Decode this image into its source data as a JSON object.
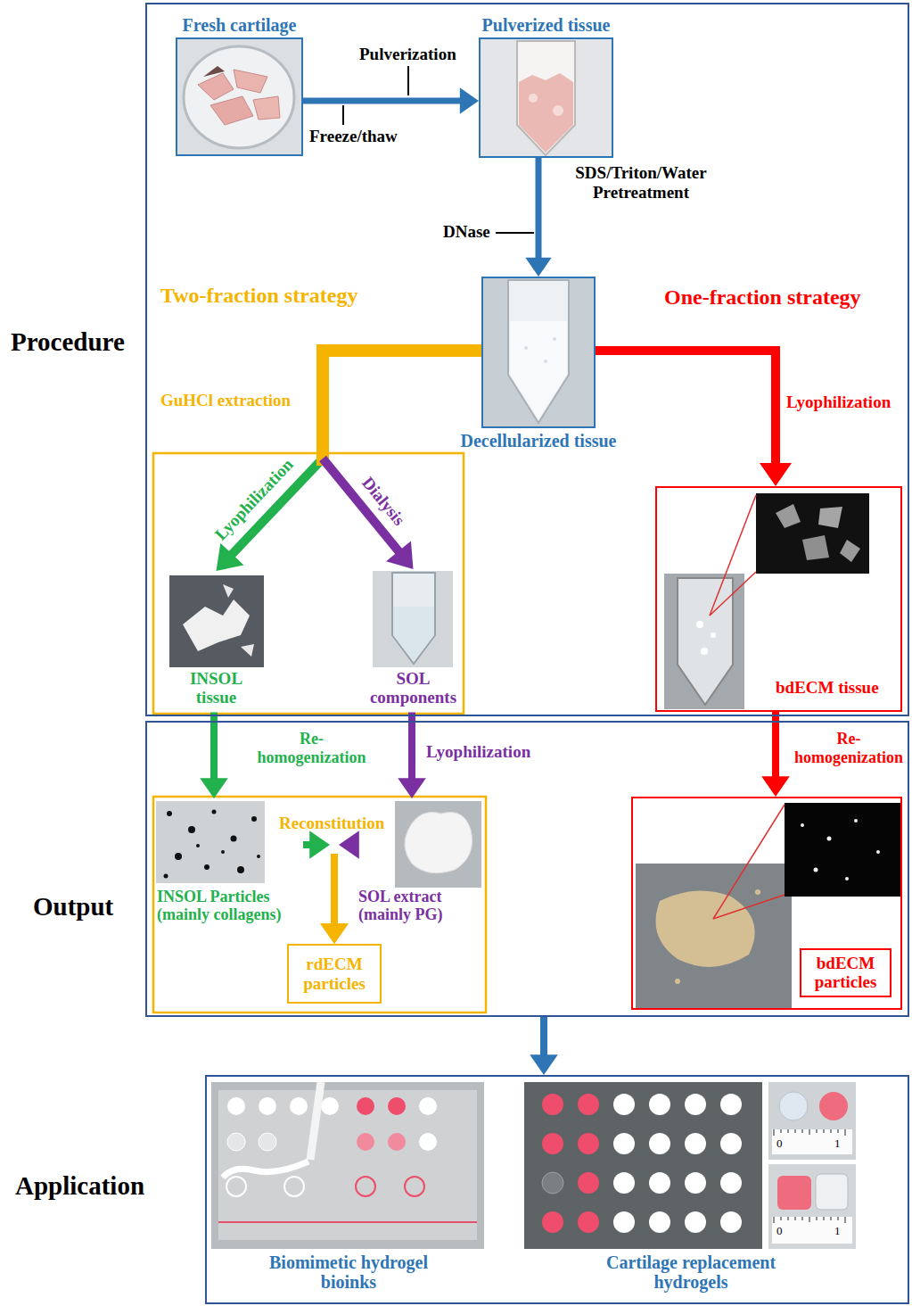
{
  "diagram": {
    "nodes": [
      {
        "text": [
          "Procedure"
        ]
      },
      {
        "text": [
          "Fresh cartilage"
        ],
        "in": 0
      },
      {
        "text": [
          "Pulverized tissue"
        ],
        "in": 0
      },
      {
        "text": [
          "Decellularized tissue"
        ],
        "in": 0
      },
      {
        "text": [
          "INSOL tissue"
        ],
        "in": 0
      },
      {
        "text": [
          "SOL components"
        ],
        "in": 0
      },
      {
        "text": [
          "bdECM tissue"
        ],
        "in": 0
      },
      {
        "text": [
          "Output"
        ]
      },
      {
        "text": [
          "INSOL Particles (mainly collagens)"
        ],
        "in": 7
      },
      {
        "text": [
          "SOL extract (mainly PG)"
        ],
        "in": 7
      },
      {
        "text": [
          "rdECM particles"
        ],
        "in": 7
      },
      {
        "text": [
          "bdECM particles"
        ],
        "in": 7
      },
      {
        "text": [
          "Application"
        ]
      },
      {
        "text": [
          "Biomimetic hydrogel bioinks"
        ],
        "in": 12
      },
      {
        "text": [
          "Cartilage replacement hydrogels"
        ],
        "in": 12
      }
    ],
    "edges": [
      {
        "from": 1,
        "to": 2,
        "arrow": "to",
        "label": "Pulverization"
      },
      {
        "from": 2,
        "to": 3,
        "arrow": "to",
        "label": "SDS/Triton/Water Pretreatment"
      },
      {
        "from": 3,
        "to": 4,
        "arrow": "to",
        "label": "Lyophilization"
      },
      {
        "from": 3,
        "to": 5,
        "arrow": "to",
        "label": "Dialysis"
      },
      {
        "from": 3,
        "to": 6,
        "arrow": "to",
        "label": "Lyophilization"
      },
      {
        "from": 4,
        "to": 8,
        "arrow": "to",
        "label": "Re- homogenization"
      },
      {
        "from": 5,
        "to": 9,
        "arrow": "to",
        "label": "Lyophilization"
      },
      {
        "from": 6,
        "to": 11,
        "arrow": "to",
        "label": "Re- homogenization"
      },
      {
        "from": 8,
        "to": 10,
        "arrow": "to",
        "label": "Reconstitution"
      },
      {
        "from": 9,
        "to": 10,
        "arrow": "to"
      },
      {
        "from": 7,
        "to": 12,
        "arrow": "to"
      }
    ],
    "labels": [
      "Freeze/thaw",
      "DNase",
      "Two-fraction strategy",
      "One-fraction strategy",
      "GuHCl extraction",
      "0",
      "1",
      "0",
      "1"
    ]
  }
}
